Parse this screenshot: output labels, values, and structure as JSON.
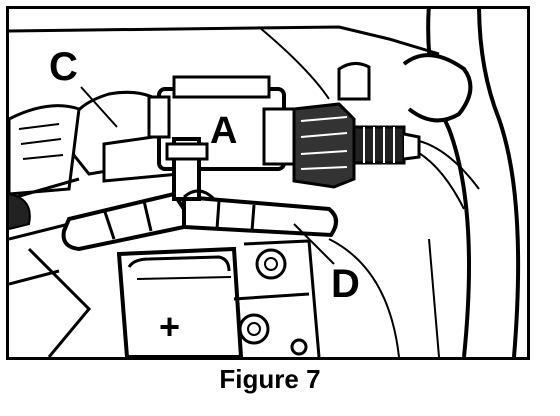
{
  "callouts": {
    "a": "A",
    "c": "C",
    "d": "D"
  },
  "terminal_symbol": "+",
  "caption": "Figure 7",
  "colors": {
    "ink": "#000000",
    "paper": "#ffffff",
    "shade": "#222222"
  }
}
